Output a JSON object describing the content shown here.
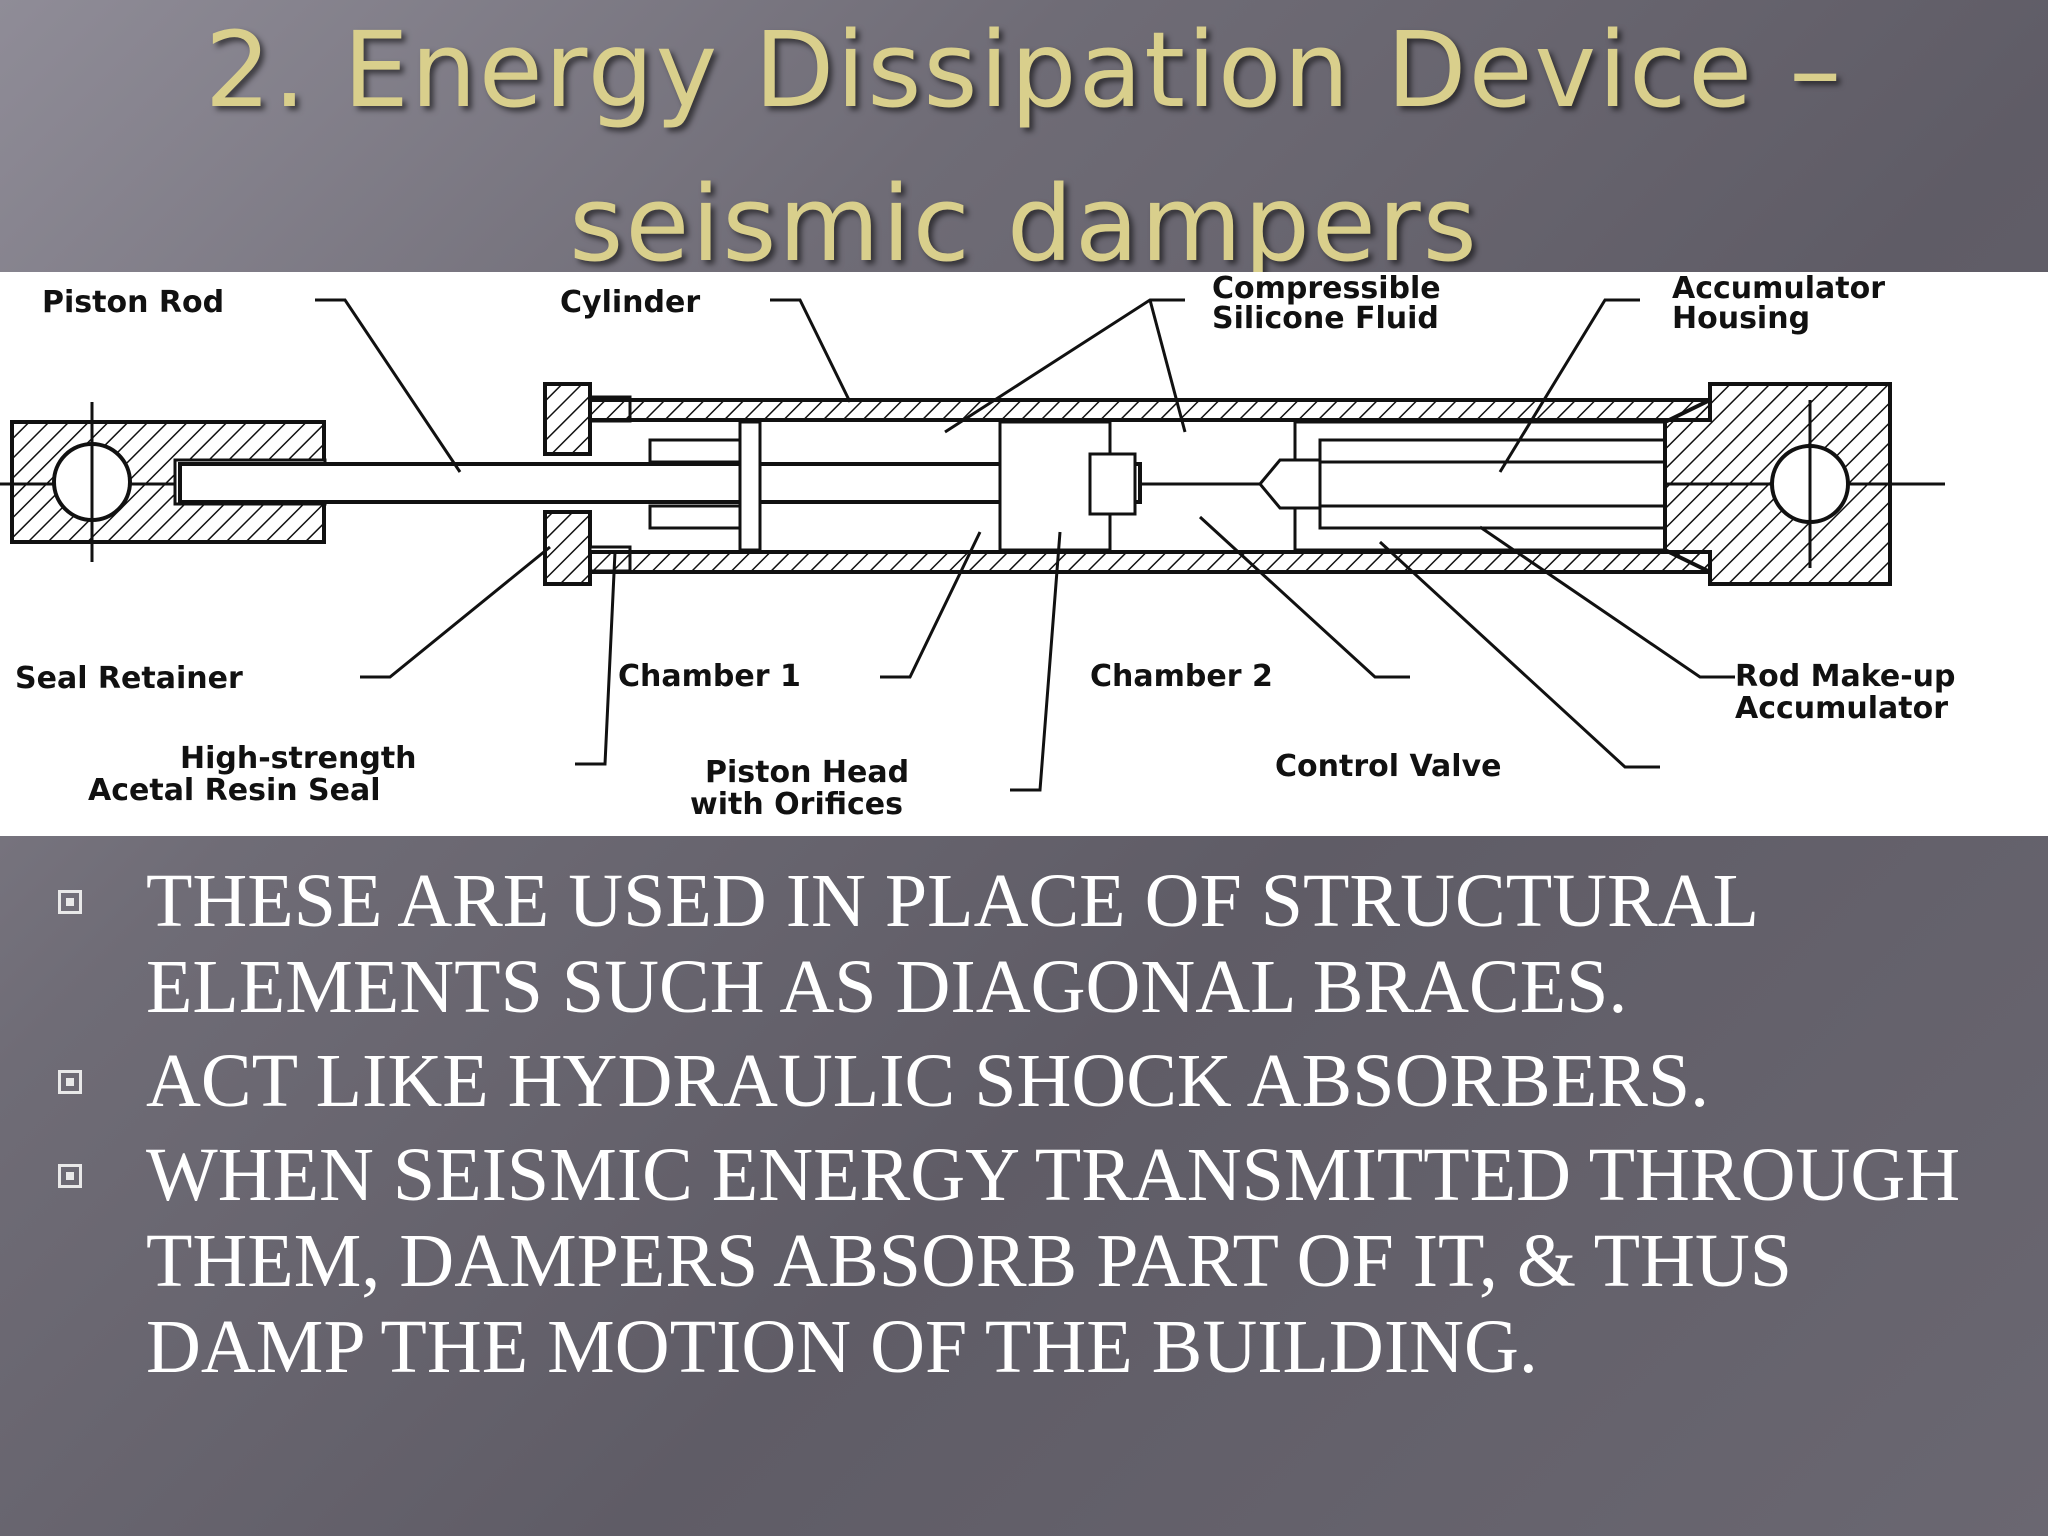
{
  "title": {
    "line1": "2. Energy Dissipation Device –",
    "line2": "seismic dampers"
  },
  "diagram": {
    "labels": {
      "piston_rod": "Piston Rod",
      "cylinder": "Cylinder",
      "compressible_1": "Compressible",
      "compressible_2": "Silicone Fluid",
      "accumulator_1": "Accumulator",
      "accumulator_2": "Housing",
      "seal_retainer": "Seal Retainer",
      "chamber1": "Chamber 1",
      "chamber2": "Chamber 2",
      "rod_makeup_1": "Rod Make-up",
      "rod_makeup_2": "Accumulator",
      "high_strength_1": "High-strength",
      "high_strength_2": "Acetal Resin Seal",
      "piston_head_1": "Piston Head",
      "piston_head_2": "with Orifices",
      "control_valve": "Control Valve"
    }
  },
  "bullets": [
    "THESE ARE USED IN PLACE OF STRUCTURAL ELEMENTS SUCH AS DIAGONAL BRACES.",
    "ACT LIKE HYDRAULIC SHOCK ABSORBERS.",
    "WHEN SEISMIC ENERGY TRANSMITTED THROUGH THEM, DAMPERS ABSORB PART OF IT, & THUS DAMP THE MOTION OF THE BUILDING."
  ]
}
